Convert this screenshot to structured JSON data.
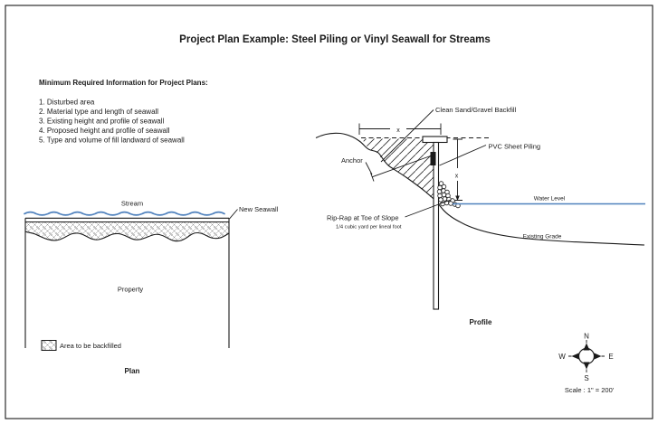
{
  "page": {
    "title": "Project Plan Example:  Steel Piling or Vinyl Seawall for Streams"
  },
  "info": {
    "heading": "Minimum Required Information for Project Plans:",
    "items": [
      "1.  Disturbed area",
      "2.  Material type and length of seawall",
      "3.  Existing height and profile of seawall",
      "4.  Proposed height and profile of seawall",
      "5.  Type and volume of fill landward of seawall"
    ]
  },
  "plan": {
    "stream_label": "Stream",
    "seawall_label": "New Seawall",
    "property_label": "Property",
    "legend_label": "Area to be backfilled",
    "caption": "Plan"
  },
  "profile": {
    "backfill_label": "Clean Sand/Gravel Backfill",
    "piling_label": "PVC Sheet Piling",
    "anchor_label": "Anchor",
    "riprap_label": "Rip-Rap at Toe of Slope",
    "riprap_sublabel": "1/4 cubic yard per lineal foot",
    "water_label": "Water Level",
    "grade_label": "Existing Grade",
    "dim_horizontal": "x",
    "dim_vertical": "x",
    "caption": "Profile"
  },
  "compass": {
    "north": "N",
    "east": "E",
    "south": "S",
    "west": "W"
  },
  "scale_text": "Scale : 1\" = 200'",
  "colors": {
    "water_blue": "#4f81bd",
    "line": "#1a1a1a"
  }
}
